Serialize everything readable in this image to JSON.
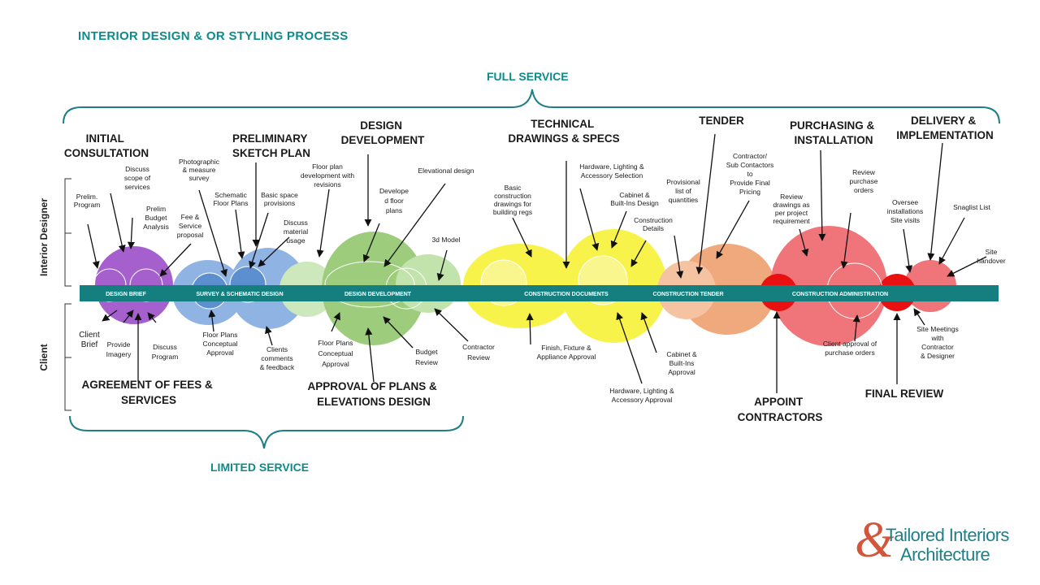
{
  "title": "INTERIOR  DESIGN & OR STYLING PROCESS",
  "full_service": "FULL SERVICE",
  "limited_service": "LIMITED SERVICE",
  "role_top": "Interior  Designer",
  "role_bottom": "Client",
  "timeline": {
    "design_brief": "DESIGN  BRIEF",
    "survey": "SURVEY  &  SCHEMATIC  DESIGN",
    "design_dev": "DESIGN  DEVELOPMENT",
    "construction_docs": "CONSTRUCTION   DOCUMENTS",
    "construction_tender": "CONSTRUCTION  TENDER",
    "construction_admin": "CONSTRUCTION   ADMINISTRATION"
  },
  "headings": {
    "initial": [
      "INITIAL",
      "CONSULTATION"
    ],
    "preliminary": [
      "PRELIMINARY",
      "SKETCH PLAN"
    ],
    "design_development": [
      "DESIGN",
      "DEVELOPMENT"
    ],
    "technical": [
      "TECHNICAL",
      "DRAWINGS & SPECS"
    ],
    "tender": [
      "TENDER"
    ],
    "purchasing": [
      "PURCHASING &",
      "INSTALLATION"
    ],
    "delivery": [
      "DELIVERY &",
      "IMPLEMENTATION"
    ],
    "agreement": [
      "AGREEMENT OF FEES &",
      "SERVICES"
    ],
    "approval": [
      "APPROVAL OF PLANS &",
      "ELEVATIONS DESIGN"
    ],
    "appoint": [
      "APPOINT",
      "CONTRACTORS"
    ],
    "final_review": [
      "FINAL REVIEW"
    ]
  },
  "notes": {
    "prelim_program": [
      "Prelim.",
      "Program"
    ],
    "discuss_scope": [
      "Discuss",
      "scope of",
      "services"
    ],
    "prelim_budget": [
      "Prelim",
      "Budget",
      "Analysis"
    ],
    "fee_service": [
      "Fee &",
      "Service",
      "proposal"
    ],
    "photographic": [
      "Photographic",
      "& measure",
      "survey"
    ],
    "schematic_floor": [
      "Schematic",
      "Floor Plans"
    ],
    "basic_space": [
      "Basic space",
      "provisions"
    ],
    "discuss_material": [
      "Discuss",
      "material",
      "usage"
    ],
    "floor_plan_dev": [
      "Floor plan",
      "development  with",
      "revisions"
    ],
    "developed_floor": [
      "Develope",
      "d floor",
      "plans"
    ],
    "elevational": [
      "Elevational design"
    ],
    "model_3d": [
      "3d Model"
    ],
    "basic_construction": [
      "Basic",
      "construction",
      "drawings for",
      "building regs"
    ],
    "hardware_selection": [
      "Hardware, Lighting &",
      "Accessory Selection"
    ],
    "cabinet_design": [
      "Cabinet &",
      "Built-Ins Design"
    ],
    "construction_details": [
      "Construction",
      "Details"
    ],
    "provisional": [
      "Provisional",
      "list of",
      "quantities"
    ],
    "contractor_sub": [
      "Contractor/",
      "Sub Contactors",
      "to",
      "Provide Final",
      "Pricing"
    ],
    "review_drawings": [
      "Review",
      "drawings as",
      "per project",
      "requirement"
    ],
    "review_purchase": [
      "Review",
      "purchase",
      "orders"
    ],
    "oversee": [
      "Oversee",
      "installations",
      "Site visits"
    ],
    "snaglist": [
      "Snaglist List"
    ],
    "site_handover": [
      "Site",
      "handover"
    ],
    "client_brief": [
      "Client",
      "Brief"
    ],
    "provide_imagery": [
      "Provide",
      "Imagery"
    ],
    "discuss_program": [
      "Discuss",
      "Program"
    ],
    "floor_plans_conceptual": [
      "Floor Plans",
      "Conceptual",
      "Approval"
    ],
    "clients_comments": [
      "Clients",
      "comments",
      "& feedback"
    ],
    "floor_plans_conceptual2": [
      "Floor Plans",
      "Conceptual",
      "Approval"
    ],
    "budget_review": [
      "Budget",
      "Review"
    ],
    "contractor_review": [
      "Contractor",
      "Review"
    ],
    "finish_fixture": [
      "Finish,  Fixture &",
      "Appliance Approval"
    ],
    "hardware_approval": [
      "Hardware,  Lighting &",
      "Accessory Approval"
    ],
    "cabinet_approval": [
      "Cabinet &",
      "Built-Ins",
      "Approval"
    ],
    "client_approval_po": [
      "Client approval of",
      "purchase orders"
    ],
    "site_meetings": [
      "Site Meetings",
      "with",
      "Contractor",
      "& Designer"
    ]
  },
  "logo": {
    "amp": "&",
    "line1": "Tailored Interiors",
    "line2": "Architecture"
  },
  "colors": {
    "teal": "#0e8a8a",
    "bar": "#157f7f",
    "purple": "#9b4fc9",
    "blue": "#8fb4e3",
    "green": "#9ccc7c",
    "yellow": "#f7f34a",
    "orange": "#f0a97c",
    "red": "#f0757a",
    "logo_red": "#d2563b",
    "logo_teal": "#1f7f86"
  }
}
